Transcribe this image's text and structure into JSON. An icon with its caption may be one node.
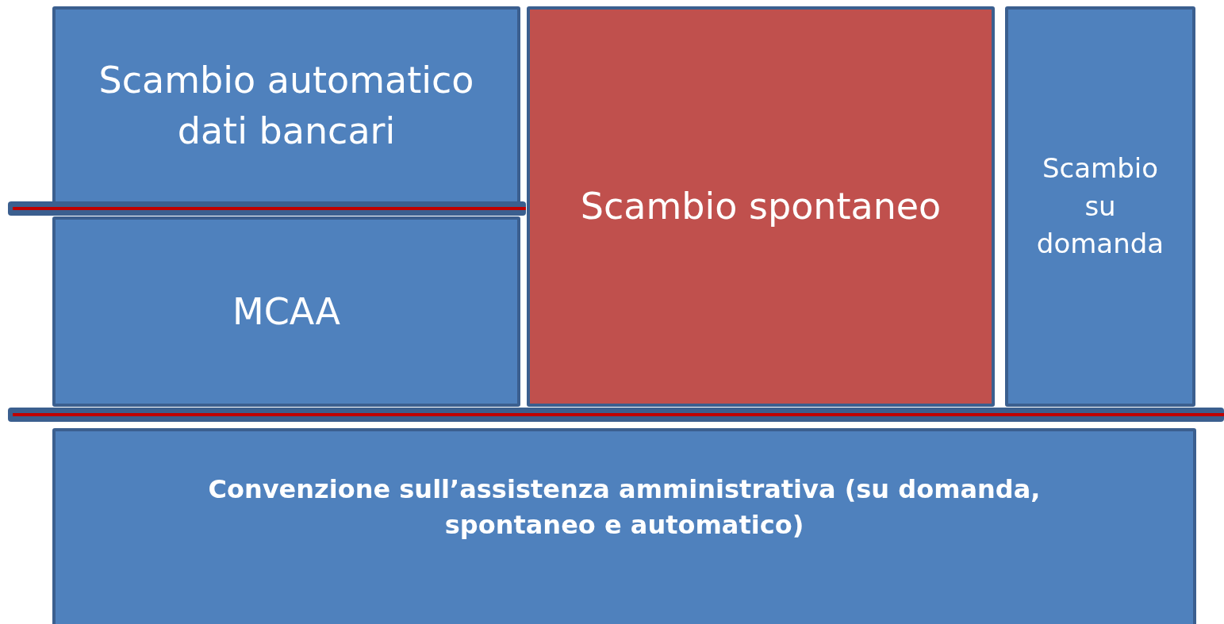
{
  "diagram": {
    "nodes": [
      {
        "text": [
          "Scambio automatico dati bancari"
        ]
      },
      {
        "text": [
          "MCAA"
        ]
      },
      {
        "text": [
          "Scambio spontaneo"
        ]
      },
      {
        "text": [
          "Scambio su domanda"
        ]
      },
      {
        "text": [
          "Convenzione sull’assistenza amministrativa (su domanda, spontaneo e automatico)"
        ]
      }
    ]
  }
}
